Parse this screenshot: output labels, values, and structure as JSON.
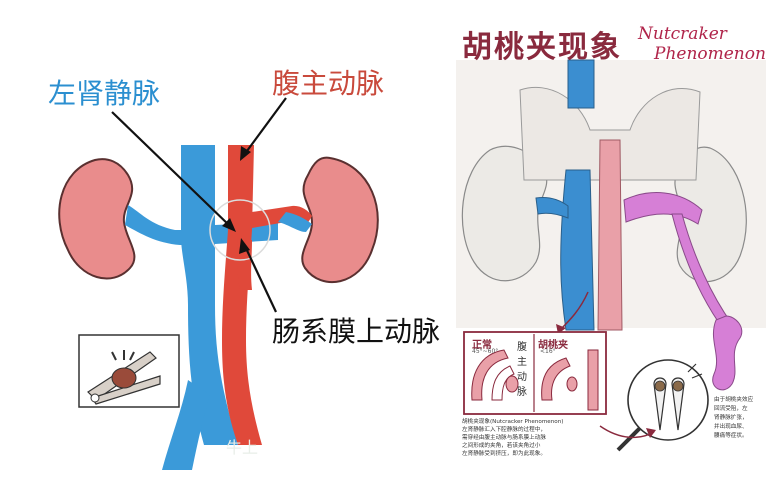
{
  "left_diagram": {
    "labels": {
      "left_renal_vein": "左肾静脉",
      "abdominal_aorta": "腹主动脉",
      "superior_mesenteric_artery": "肠系膜上动脉"
    },
    "watermark": "牛上",
    "colors": {
      "vein": "#3b9ad9",
      "artery": "#e0493a",
      "kidney": "#e98c8c",
      "kidney_outline": "#5a3030",
      "label_blue": "#2b8fd0",
      "label_red": "#c94a3c",
      "label_black": "#111111"
    }
  },
  "right_diagram": {
    "title_cn": "胡桃夹现象",
    "title_en_line1": "Nutcraker",
    "title_en_line2": "Phenomenon",
    "inset_normal": {
      "title": "正常",
      "subtitle": "45°~60°",
      "vessel_label": [
        "腹",
        "主",
        "动",
        "脉"
      ]
    },
    "inset_nutcracker": {
      "title": "胡桃夹",
      "subtitle": "<16°"
    },
    "note_title": "胡桃夹现象(Nutcracker Phenomenon)",
    "note_lines": [
      "左肾静脉汇入下腔静脉的过程中，",
      "需穿经由腹主动脉与肠系膜上动脉",
      "之间形成的夹角，若该夹角过小",
      "左肾静脉受到挤压，即为此现象。"
    ],
    "side_note": [
      "由于胡桃夹效应",
      "回流受阻，左",
      "肾静脉扩张，",
      "并出现血尿、",
      "腰痛等症状。"
    ],
    "colors": {
      "title": "#8a2a3e",
      "title_en": "#b0244a",
      "inset_border": "#8a2a3e",
      "vein": "#3b8ed0",
      "artery": "#e9a0a8",
      "left_renal_vein_dilated": "#d67fd6"
    }
  }
}
